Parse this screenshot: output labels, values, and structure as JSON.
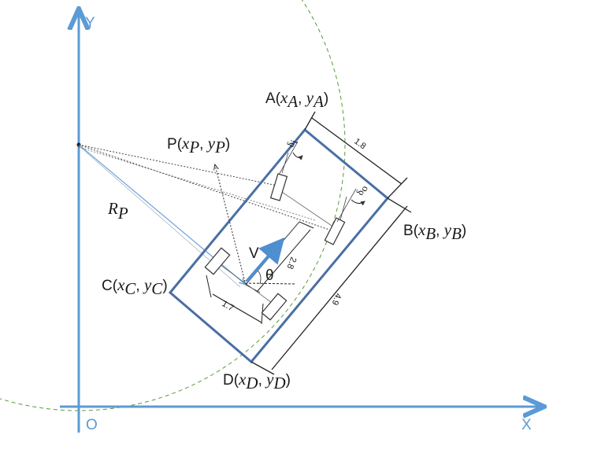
{
  "axes": {
    "x_label": "X",
    "y_label": "Y",
    "origin_label": "O"
  },
  "points": {
    "A": {
      "name": "A",
      "x": "x",
      "xs": "A",
      "y": "y",
      "ys": "A"
    },
    "B": {
      "name": "B",
      "x": "x",
      "xs": "B",
      "y": "y",
      "ys": "B"
    },
    "C": {
      "name": "C",
      "x": "x",
      "xs": "C",
      "y": "y",
      "ys": "C"
    },
    "D": {
      "name": "D",
      "x": "x",
      "xs": "D",
      "y": "y",
      "ys": "D"
    },
    "P": {
      "name": "P",
      "x": "x",
      "xs": "P",
      "y": "y",
      "ys": "P"
    }
  },
  "radius": {
    "symbol": "R",
    "sub": "P"
  },
  "velocity_label": "V",
  "heading_label": "θ",
  "dimensions": {
    "width": "1.8",
    "length": "4.9",
    "wheelbase": "2.8",
    "track": "1.7"
  },
  "steer_inner": {
    "sym": "δ",
    "sub": "i"
  },
  "steer_outer": {
    "sym": "δ",
    "sub": "o"
  },
  "colors": {
    "axis": "#5b9bd5",
    "vehicle": "#4a6fa5",
    "circle": "#5a9a3a",
    "arrow": "#4f8fd0"
  }
}
